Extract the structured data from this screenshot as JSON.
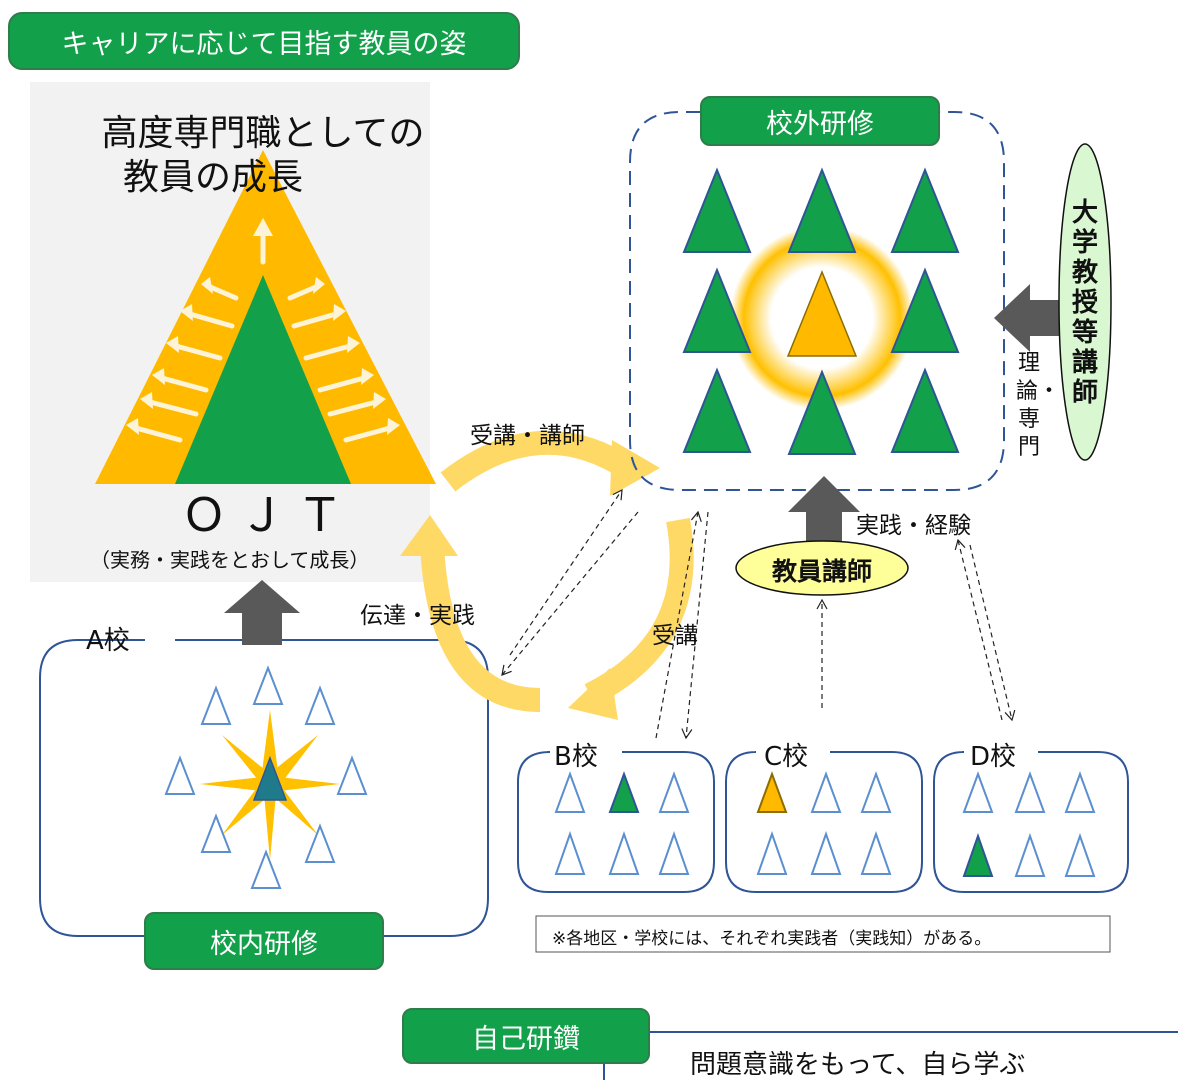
{
  "header": {
    "title": "キャリアに応じて目指す教員の姿"
  },
  "growth": {
    "title_line1": "高度専門職としての",
    "title_line2": "教員の成長",
    "ojt": "ＯＪＴ",
    "ojt_sub": "（実務・実践をとおして成長）"
  },
  "flow": {
    "top_label": "受講・講師",
    "left_label": "伝達・実践",
    "right_label": "受講"
  },
  "external": {
    "title": "校外研修",
    "lecturer_univ": "大学教授等講師",
    "theory_label": "理論・専門",
    "practice_label": "実践・経験",
    "teacher_lecturer": "教員講師"
  },
  "schools": {
    "a": {
      "name": "A校",
      "training": "校内研修"
    },
    "b": {
      "name": "B校"
    },
    "c": {
      "name": "C校"
    },
    "d": {
      "name": "D校"
    },
    "note": "※各地区・学校には、それぞれ実践者（実践知）がある。"
  },
  "self": {
    "title": "自己研鑽",
    "desc": "問題意識をもって、自ら学ぶ"
  },
  "colors": {
    "green": "#12a04a",
    "orange": "#ffba00",
    "outline_blue": "#5b8fcf",
    "frame_blue": "#2f5597",
    "arrow_gray": "#595959"
  }
}
